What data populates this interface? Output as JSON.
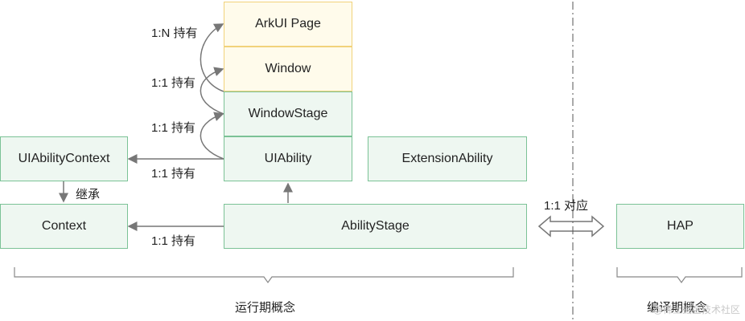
{
  "boxes": {
    "arkui_page": "ArkUI Page",
    "window": "Window",
    "window_stage": "WindowStage",
    "uiability": "UIAbility",
    "extension_ability": "ExtensionAbility",
    "uiability_context": "UIAbilityContext",
    "context": "Context",
    "ability_stage": "AbilityStage",
    "hap": "HAP"
  },
  "labels": {
    "hold_1n": "1:N 持有",
    "hold_11_window": "1:1 持有",
    "hold_11_stage": "1:1 持有",
    "hold_11_context": "1:1 持有",
    "inherit": "继承",
    "hold_11_ctx2": "1:1 持有",
    "correspond": "1:1 对应",
    "runtime_concept": "运行期概念",
    "compile_concept": "编译期概念"
  },
  "watermark": "@稀土掘金技术社区",
  "colors": {
    "yellow_fill": "#fffbeb",
    "yellow_border": "#f1d27a",
    "green_fill": "#eef7f1",
    "green_border": "#7bc296",
    "arrow": "#777777"
  }
}
